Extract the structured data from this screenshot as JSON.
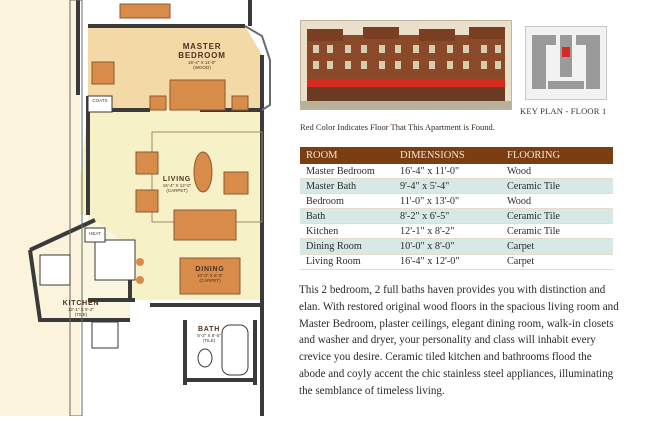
{
  "floorplan": {
    "rooms": [
      {
        "name": "MASTER",
        "name2": "BEDROOM",
        "dims": "16'-4\" X 11'-0\"",
        "floor": "(WOOD)"
      },
      {
        "name": "LIVING",
        "dims": "16'-4\" X 12'-0\"",
        "floor": "(CARPET)"
      },
      {
        "name": "DINING",
        "dims": "10'-0\" X 8'-0\"",
        "floor": "(CARPET)"
      },
      {
        "name": "KITCHEN",
        "dims": "12'-1\" X 8'-2\"",
        "floor": "(TILE)"
      },
      {
        "name": "BATH",
        "dims": "8'-2\" X 6'-5\"",
        "floor": "(TILE)"
      }
    ],
    "coats_label": "COATS",
    "heat_label": "HEAT",
    "colors": {
      "wall": "#3a3a3a",
      "bedroom": "#f3d9a6",
      "living": "#f7f1c8",
      "furniture": "#d98b4a",
      "tile": "#ffffff"
    }
  },
  "keyplan": {
    "label": "KEY PLAN - FLOOR 1"
  },
  "caption": "Red Color Indicates Floor That This Apartment is Found.",
  "table": {
    "headers": [
      "ROOM",
      "DIMENSIONS",
      "FLOORING"
    ],
    "rows": [
      [
        "Master Bedroom",
        "16'-4\" x 11'-0\"",
        "Wood"
      ],
      [
        "Master Bath",
        "9'-4\" x 5'-4\"",
        "Ceramic Tile"
      ],
      [
        "Bedroom",
        "11'-0\" x 13'-0\"",
        "Wood"
      ],
      [
        "Bath",
        "8'-2\" x 6'-5\"",
        "Ceramic Tile"
      ],
      [
        "Kitchen",
        "12'-1\" x 8'-2\"",
        "Ceramic Tile"
      ],
      [
        "Dining Room",
        "10'-0\" x 8'-0\"",
        "Carpet"
      ],
      [
        "Living Room",
        "16'-4\" x 12'-0\"",
        "Carpet"
      ]
    ]
  },
  "description": "This 2 bedroom, 2 full baths haven provides you with distinction and elan. With restored original wood floors in the spacious living room and Master Bedroom, plaster ceilings, elegant dining room, walk-in closets and washer and dryer, your personality and class will inhabit every crevice you desire. Ceramic tiled kitchen and bathrooms flood the abode and coyly accent the chic stainless steel appliances, illuminating the semblance of timeless living."
}
